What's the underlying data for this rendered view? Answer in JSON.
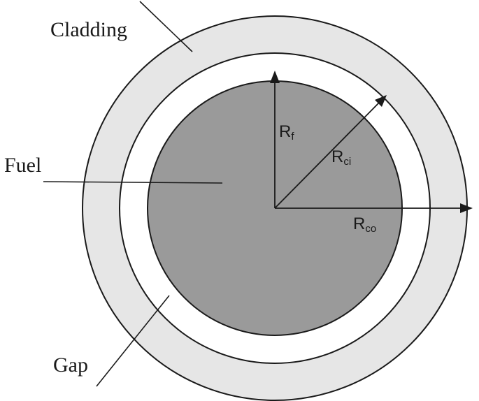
{
  "labels": {
    "cladding": "Cladding",
    "fuel": "Fuel",
    "gap": "Gap"
  },
  "radii": {
    "fuel": {
      "main": "R",
      "sub": "f"
    },
    "cladding_inner": {
      "main": "R",
      "sub": "ci"
    },
    "cladding_outer": {
      "main": "R",
      "sub": "co"
    }
  },
  "colors": {
    "cladding_fill": "#e6e6e6",
    "gap_fill": "#ffffff",
    "fuel_fill": "#9a9a9a",
    "stroke": "#1a1a1a"
  }
}
